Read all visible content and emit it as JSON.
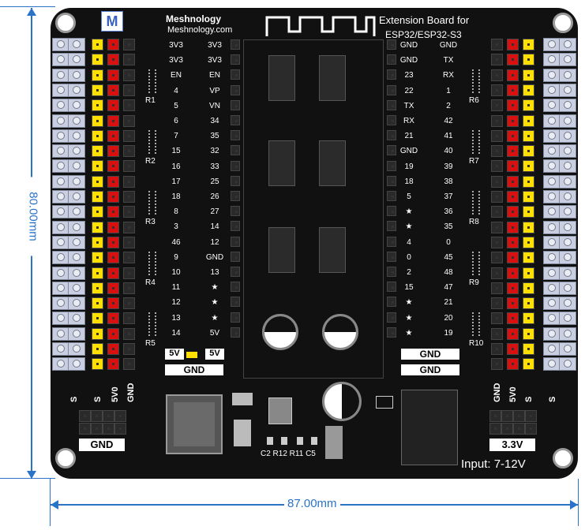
{
  "brand": {
    "name": "Meshnology",
    "site": "Meshnology.com",
    "logo_text": "M"
  },
  "title_line1": "Extension Board for",
  "title_line2": "ESP32/ESP32-S3",
  "dimensions": {
    "height": "80.00mm",
    "width": "87.00mm"
  },
  "left_pins": [
    [
      "3V3",
      "3V3"
    ],
    [
      "3V3",
      "3V3"
    ],
    [
      "EN",
      "EN"
    ],
    [
      "4",
      "VP"
    ],
    [
      "5",
      "VN"
    ],
    [
      "6",
      "34"
    ],
    [
      "7",
      "35"
    ],
    [
      "15",
      "32"
    ],
    [
      "16",
      "33"
    ],
    [
      "17",
      "25"
    ],
    [
      "18",
      "26"
    ],
    [
      "8",
      "27"
    ],
    [
      "3",
      "14"
    ],
    [
      "46",
      "12"
    ],
    [
      "9",
      "GND"
    ],
    [
      "10",
      "13"
    ],
    [
      "11",
      "★"
    ],
    [
      "12",
      "★"
    ],
    [
      "13",
      "★"
    ],
    [
      "14",
      "5V"
    ]
  ],
  "right_pins": [
    [
      "GND",
      "GND"
    ],
    [
      "GND",
      "TX"
    ],
    [
      "23",
      "RX"
    ],
    [
      "22",
      "1"
    ],
    [
      "TX",
      "2"
    ],
    [
      "RX",
      "42"
    ],
    [
      "21",
      "41"
    ],
    [
      "GND",
      "40"
    ],
    [
      "19",
      "39"
    ],
    [
      "18",
      "38"
    ],
    [
      "5",
      "37"
    ],
    [
      "★",
      "36"
    ],
    [
      "★",
      "35"
    ],
    [
      "4",
      "0"
    ],
    [
      "0",
      "45"
    ],
    [
      "2",
      "48"
    ],
    [
      "15",
      "47"
    ],
    [
      "★",
      "21"
    ],
    [
      "★",
      "20"
    ],
    [
      "★",
      "19"
    ]
  ],
  "left_resistors": [
    "R1",
    "R2",
    "R3",
    "R4",
    "R5"
  ],
  "right_resistors": [
    "R6",
    "R7",
    "R8",
    "R9",
    "R10"
  ],
  "left_bottom": {
    "v5_a": "5V",
    "v5_b": "5V",
    "gnd": "GND"
  },
  "right_bottom": {
    "gnd_a": "GND",
    "gnd_b": "GND"
  },
  "left_col_labels": [
    "S",
    "S",
    "5V0",
    "GND"
  ],
  "right_col_labels": [
    "GND",
    "5V0",
    "S",
    "S"
  ],
  "bottom_left_label": "GND",
  "bottom_right_label": "3.3V",
  "smd_label": "C2 R12 R11 C5",
  "input_label": "Input: 7-12V"
}
